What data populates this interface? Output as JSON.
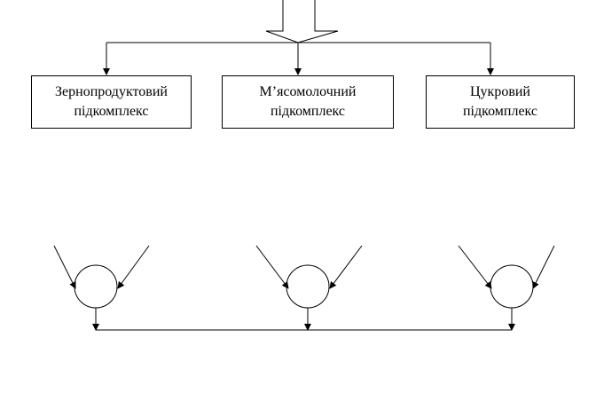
{
  "diagram": {
    "stroke_color": "#000000",
    "subcomplexes": [
      {
        "line1": "Зернопродуктовий",
        "line2": "підкомплекс"
      },
      {
        "line1": "М’ясомолочний",
        "line2": "підкомплекс"
      },
      {
        "line1": "Цукровий",
        "line2": "підкомплекс"
      }
    ],
    "node_count": 3
  }
}
